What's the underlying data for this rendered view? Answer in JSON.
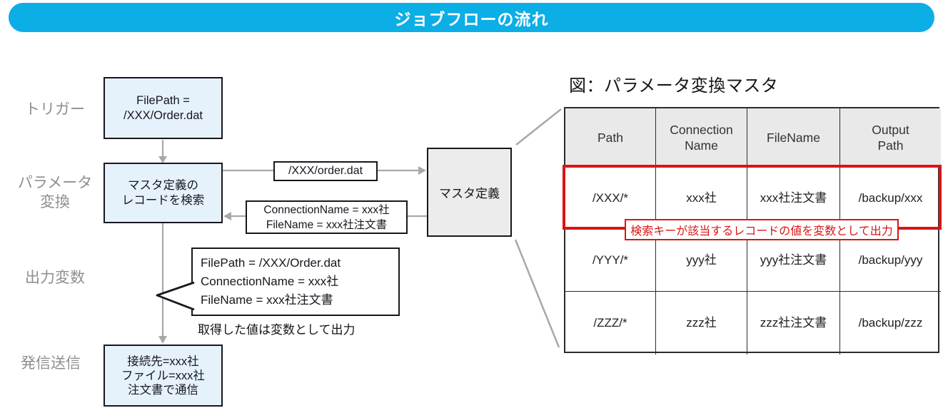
{
  "banner": {
    "title": "ジョブフローの流れ"
  },
  "flowchart": {
    "stage_labels": {
      "trigger": "トリガー",
      "parameter_conversion": "パラメータ\n変換",
      "output_variables": "出力変数",
      "send": "発信送信"
    },
    "trigger_box": "FilePath =\n/XXX/Order.dat",
    "search_box": "マスタ定義の\nレコードを検索",
    "send_box": "接続先=xxx社\nファイル=xxx社\n注文書で通信",
    "master_box": "マスタ定義",
    "request_label": "/XXX/order.dat",
    "response_label": "ConnectionName = xxx社\nFileName = xxx社注文書",
    "callout": {
      "lines": "FilePath = /XXX/Order.dat\nConnectionName = xxx社\nFileName = xxx社注文書",
      "caption": "取得した値は変数として出力"
    }
  },
  "master_table": {
    "title": "図：パラメータ変換マスタ",
    "columns": [
      "Path",
      "Connection\nName",
      "FileName",
      "Output\nPath"
    ],
    "rows": [
      [
        "/XXX/*",
        "xxx社",
        "xxx社注文書",
        "/backup/xxx"
      ],
      [
        "/YYY/*",
        "yyy社",
        "yyy社注文書",
        "/backup/yyy"
      ],
      [
        "/ZZZ/*",
        "zzz社",
        "zzz社注文書",
        "/backup/zzz"
      ]
    ],
    "highlight_note": "検索キーが該当するレコードの値を変数として出力"
  },
  "colors": {
    "banner_bg": "#0caee6",
    "flow_box_fill": "#e6f2fb",
    "master_box_fill": "#ececec",
    "table_header_fill": "#e9e9e9",
    "highlight_red": "#dc1414",
    "arrow_gray": "#a8a8a8",
    "stage_label_gray": "#8f8f8f"
  }
}
